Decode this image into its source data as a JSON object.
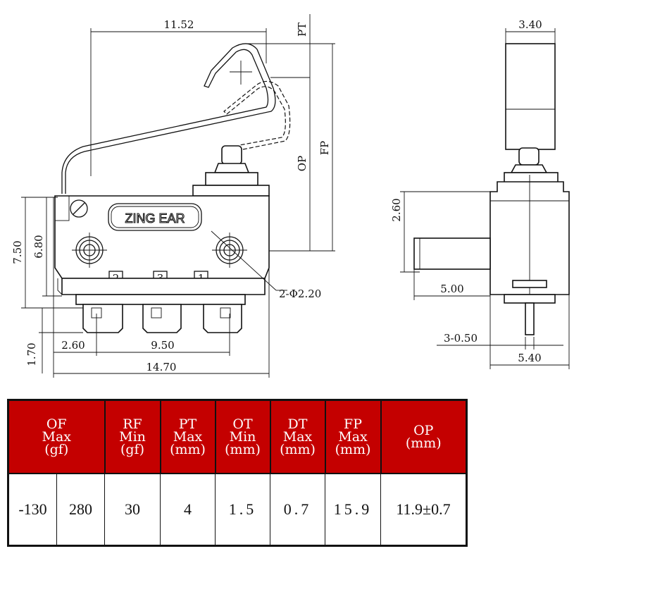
{
  "drawing": {
    "brand_label": "ZING EAR",
    "terminal_numbers": [
      "2",
      "3",
      "1"
    ],
    "dimensions": {
      "overall_lever_width": "11.52",
      "pt_label": "PT",
      "fp_label": "FP",
      "op_label": "OP",
      "height_7_50": "7.50",
      "height_6_80": "6.80",
      "height_1_70": "1.70",
      "pitch_2_60": "2.60",
      "pitch_9_50": "9.50",
      "total_width": "14.70",
      "mount_holes": "2-Φ2.20",
      "side_width_3_40": "3.40",
      "side_height_2_60": "2.60",
      "side_5_00": "5.00",
      "side_terminal": "3-0.50",
      "side_width_5_40": "5.40"
    }
  },
  "spec_table": {
    "headers": [
      {
        "lines": [
          "OF",
          "Max",
          "(gf)"
        ]
      },
      {
        "lines": [
          "RF",
          "Min",
          "(gf)"
        ]
      },
      {
        "lines": [
          "PT",
          "Max",
          "(mm)"
        ]
      },
      {
        "lines": [
          "OT",
          "Min",
          "(mm)"
        ]
      },
      {
        "lines": [
          "DT",
          "Max",
          "(mm)"
        ]
      },
      {
        "lines": [
          "FP",
          "Max",
          "(mm)"
        ]
      },
      {
        "lines": [
          "OP",
          "(mm)"
        ]
      }
    ],
    "values": [
      "-130",
      "280",
      "30",
      "4",
      "1.5",
      "0.7",
      "15.9",
      "11.9±0.7"
    ]
  }
}
